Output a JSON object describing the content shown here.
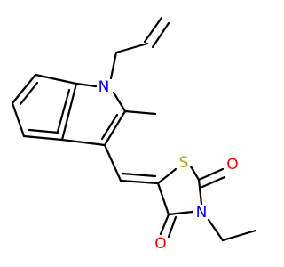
{
  "molecule": {
    "atoms": {
      "N1": "N",
      "S": "S",
      "O1": "O",
      "N2": "N",
      "O2": "O"
    },
    "colors": {
      "bond": "#000000",
      "nitrogen": "#0000ff",
      "sulfur": "#b8a000",
      "oxygen": "#ff0000"
    }
  }
}
